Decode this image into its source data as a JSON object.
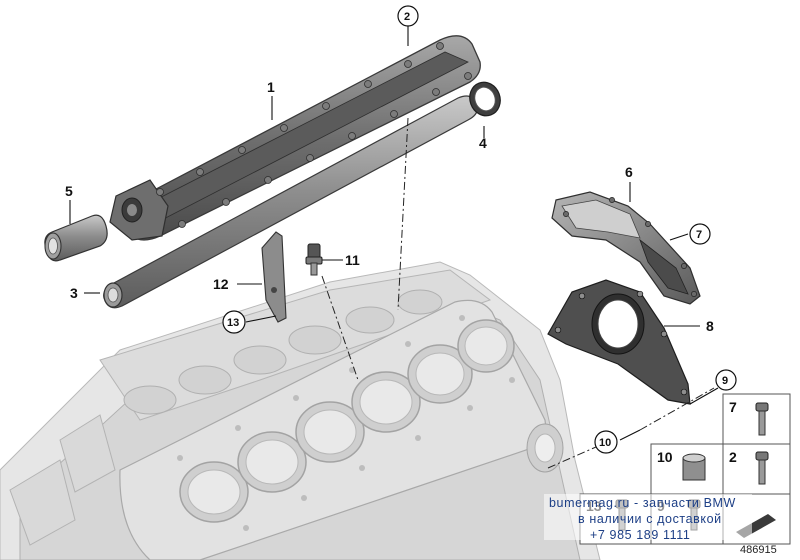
{
  "diagram": {
    "diagram_id": "486915",
    "callouts": {
      "c1": "1",
      "c2": "2",
      "c3": "3",
      "c4": "4",
      "c5": "5",
      "c6": "6",
      "c7": "7",
      "c8": "8",
      "c9": "9",
      "c10": "10",
      "c11": "11",
      "c12": "12",
      "c13": "13"
    },
    "table": {
      "t7": "7",
      "t2": "2",
      "t10": "10",
      "t13": "13",
      "t9": "9"
    },
    "watermark": {
      "line1": "bumermag.ru - запчасти BMW",
      "line2": "в наличии с доставкой",
      "line3": "+7 985 189 1111"
    }
  }
}
